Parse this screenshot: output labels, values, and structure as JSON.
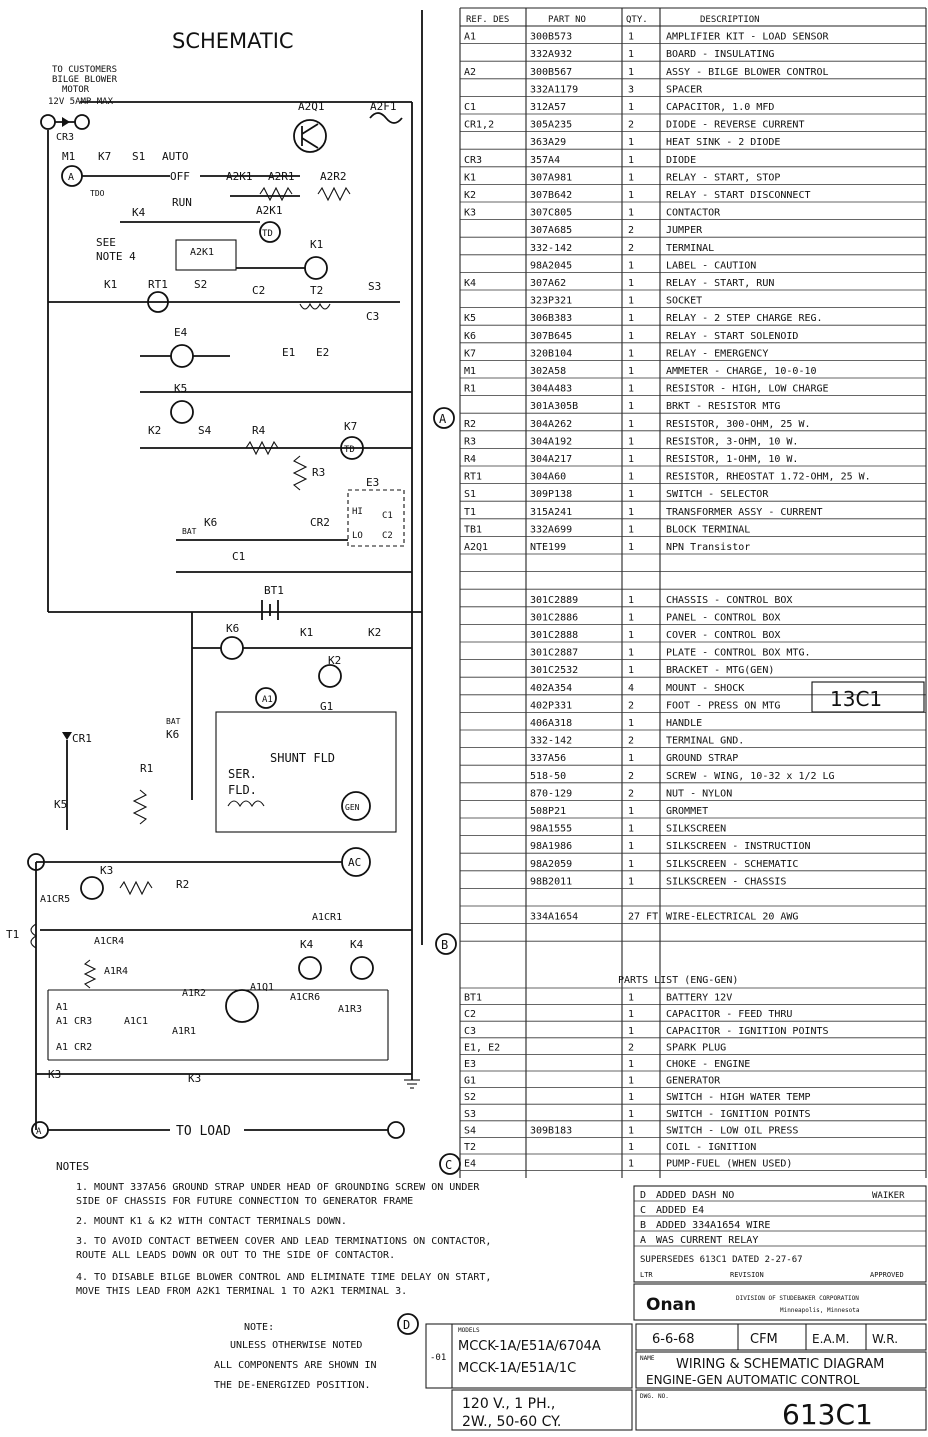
{
  "schematic": {
    "title": "SCHEMATIC",
    "source_note": [
      "TO CUSTOMERS",
      "BILGE BLOWER",
      "MOTOR",
      "12V 5AMP MAX"
    ],
    "switch_positions": [
      "AUTO",
      "OFF",
      "RUN"
    ],
    "notes_header": "NOTES",
    "notes": [
      "1. MOUNT 337A56 GROUND STRAP UNDER HEAD OF GROUNDING SCREW ON UNDER",
      "   SIDE OF CHASSIS FOR FUTURE CONNECTION TO GENERATOR FRAME",
      "2. MOUNT K1 & K2 WITH CONTACT TERMINALS DOWN.",
      "3. TO AVOID CONTACT BETWEEN COVER AND LEAD TERMINATIONS ON CONTACTOR,",
      "   ROUTE ALL LEADS DOWN OR OUT TO THE SIDE OF CONTACTOR.",
      "4. TO DISABLE BILGE BLOWER CONTROL AND ELIMINATE TIME DELAY ON START,",
      "   MOVE THIS LEAD FROM A2K1 TERMINAL 1 TO A2K1 TERMINAL 3."
    ],
    "note_box": [
      "NOTE:",
      "UNLESS OTHERWISE NOTED",
      "ALL COMPONENTS ARE SHOWN IN",
      "THE DE-ENERGIZED POSITION."
    ],
    "to_load": "TO LOAD",
    "see_note": [
      "SEE",
      "NOTE 4"
    ],
    "field_labels": {
      "shunt": "SHUNT FLD",
      "series": [
        "SER.",
        "FLD."
      ],
      "gen": "GEN",
      "ac": "AC"
    },
    "components": {
      "m1": "M1",
      "k7": "K7",
      "s1": "S1",
      "a2q1": "A2Q1",
      "a2f1": "A2F1",
      "cr3": "CR3",
      "a2k1": "A2K1",
      "a2r1": "A2R1",
      "a2r2": "A2R2",
      "k4": "K4",
      "tdo": "TDO",
      "k1": "K1",
      "rt1": "RT1",
      "s2": "S2",
      "c2": "C2",
      "t2": "T2",
      "s3": "S3",
      "c3": "C3",
      "e4": "E4",
      "e1": "E1",
      "e2": "E2",
      "k5": "K5",
      "k2": "K2",
      "s4": "S4",
      "r4": "R4",
      "r3": "R3",
      "e3": "E3",
      "k6": "K6",
      "cr2": "CR2",
      "c1": "C1",
      "bt1": "BT1",
      "bat": "BAT",
      "g1": "G1",
      "cr1": "CR1",
      "r1": "R1",
      "k3": "K3",
      "r2": "R2",
      "a1cr5": "A1CR5",
      "a1cr1": "A1CR1",
      "a1cr4": "A1CR4",
      "a1r4": "A1R4",
      "t1": "T1",
      "a1r2": "A1R2",
      "a1q1": "A1Q1",
      "a1cr6": "A1CR6",
      "a1r3": "A1R3",
      "a1c1": "A1C1",
      "a1r1": "A1R1",
      "a1cr3": "A1 CR3",
      "a1cr2": "A1 CR2",
      "a1": "A1",
      "td": "TD",
      "hi": "HI",
      "lo": "LO"
    },
    "callouts": [
      "A",
      "B",
      "C",
      "D"
    ]
  },
  "parts": {
    "headers": [
      "REF. DES",
      "PART NO",
      "QTY.",
      "DESCRIPTION"
    ],
    "rows": [
      [
        "A1",
        "300B573",
        "1",
        "AMPLIFIER KIT - LOAD SENSOR"
      ],
      [
        "",
        "332A932",
        "1",
        "BOARD - INSULATING"
      ],
      [
        "A2",
        "300B567",
        "1",
        "ASSY - BILGE BLOWER CONTROL"
      ],
      [
        "",
        "332A1179",
        "3",
        "SPACER"
      ],
      [
        "C1",
        "312A57",
        "1",
        "CAPACITOR, 1.0 MFD"
      ],
      [
        "CR1,2",
        "305A235",
        "2",
        "DIODE - REVERSE CURRENT"
      ],
      [
        "",
        "363A29",
        "1",
        "HEAT SINK - 2 DIODE"
      ],
      [
        "CR3",
        "357A4",
        "1",
        "DIODE"
      ],
      [
        "K1",
        "307A981",
        "1",
        "RELAY - START, STOP"
      ],
      [
        "K2",
        "307B642",
        "1",
        "RELAY - START DISCONNECT"
      ],
      [
        "K3",
        "307C805",
        "1",
        "CONTACTOR"
      ],
      [
        "",
        "307A685",
        "2",
        "JUMPER"
      ],
      [
        "",
        "332-142",
        "2",
        "TERMINAL"
      ],
      [
        "",
        "98A2045",
        "1",
        "LABEL - CAUTION"
      ],
      [
        "K4",
        "307A62",
        "1",
        "RELAY - START, RUN"
      ],
      [
        "",
        "323P321",
        "1",
        "SOCKET"
      ],
      [
        "K5",
        "306B383",
        "1",
        "RELAY - 2 STEP CHARGE REG."
      ],
      [
        "K6",
        "307B645",
        "1",
        "RELAY - START SOLENOID"
      ],
      [
        "K7",
        "320B104",
        "1",
        "RELAY - EMERGENCY"
      ],
      [
        "M1",
        "302A58",
        "1",
        "AMMETER - CHARGE, 10-0-10"
      ],
      [
        "R1",
        "304A483",
        "1",
        "RESISTOR - HIGH, LOW CHARGE"
      ],
      [
        "",
        "301A305B",
        "1",
        "BRKT - RESISTOR MTG"
      ],
      [
        "R2",
        "304A262",
        "1",
        "RESISTOR, 300-OHM, 25 W."
      ],
      [
        "R3",
        "304A192",
        "1",
        "RESISTOR, 3-OHM, 10 W."
      ],
      [
        "R4",
        "304A217",
        "1",
        "RESISTOR, 1-OHM, 10 W."
      ],
      [
        "RT1",
        "304A60",
        "1",
        "RESISTOR, RHEOSTAT 1.72-OHM, 25 W."
      ],
      [
        "S1",
        "309P138",
        "1",
        "SWITCH - SELECTOR"
      ],
      [
        "T1",
        "315A241",
        "1",
        "TRANSFORMER ASSY - CURRENT"
      ],
      [
        "TB1",
        "332A699",
        "1",
        "BLOCK TERMINAL"
      ],
      [
        "A2Q1",
        "NTE199",
        "1",
        "NPN Transistor"
      ],
      [
        "",
        "",
        "",
        ""
      ],
      [
        "",
        "",
        "",
        ""
      ],
      [
        "",
        "301C2889",
        "1",
        "CHASSIS - CONTROL BOX"
      ],
      [
        "",
        "301C2886",
        "1",
        "PANEL - CONTROL BOX"
      ],
      [
        "",
        "301C2888",
        "1",
        "COVER - CONTROL BOX"
      ],
      [
        "",
        "301C2887",
        "1",
        "PLATE - CONTROL BOX MTG."
      ],
      [
        "",
        "301C2532",
        "1",
        "BRACKET - MTG(GEN)"
      ],
      [
        "",
        "402A354",
        "4",
        "MOUNT - SHOCK"
      ],
      [
        "",
        "402P331",
        "2",
        "FOOT - PRESS ON MTG"
      ],
      [
        "",
        "406A318",
        "1",
        "HANDLE"
      ],
      [
        "",
        "332-142",
        "2",
        "TERMINAL GND."
      ],
      [
        "",
        "337A56",
        "1",
        "GROUND STRAP"
      ],
      [
        "",
        "518-50",
        "2",
        "SCREW - WING, 10-32 x 1/2 LG"
      ],
      [
        "",
        "870-129",
        "2",
        "NUT - NYLON"
      ],
      [
        "",
        "508P21",
        "1",
        "GROMMET"
      ],
      [
        "",
        "98A1555",
        "1",
        "SILKSCREEN"
      ],
      [
        "",
        "98A1986",
        "1",
        "SILKSCREEN - INSTRUCTION"
      ],
      [
        "",
        "98A2059",
        "1",
        "SILKSCREEN - SCHEMATIC"
      ],
      [
        "",
        "98B2011",
        "1",
        "SILKSCREEN - CHASSIS"
      ],
      [
        "",
        "",
        "",
        ""
      ],
      [
        "",
        "334A1654",
        "27 FT",
        "WIRE-ELECTRICAL 20 AWG"
      ],
      [
        "",
        "",
        "",
        ""
      ]
    ],
    "engine_header": "PARTS LIST (ENG-GEN)",
    "engine_rows": [
      [
        "BT1",
        "",
        "1",
        "BATTERY 12V"
      ],
      [
        "C2",
        "",
        "1",
        "CAPACITOR - FEED THRU"
      ],
      [
        "C3",
        "",
        "1",
        "CAPACITOR - IGNITION POINTS"
      ],
      [
        "E1, E2",
        "",
        "2",
        "SPARK PLUG"
      ],
      [
        "E3",
        "",
        "1",
        "CHOKE - ENGINE"
      ],
      [
        "G1",
        "",
        "1",
        "GENERATOR"
      ],
      [
        "S2",
        "",
        "1",
        "SWITCH - HIGH WATER TEMP"
      ],
      [
        "S3",
        "",
        "1",
        "SWITCH - IGNITION POINTS"
      ],
      [
        "S4",
        "309B183",
        "1",
        "SWITCH - LOW OIL PRESS"
      ],
      [
        "T2",
        "",
        "1",
        "COIL - IGNITION"
      ],
      [
        "E4",
        "",
        "1",
        "PUMP-FUEL (WHEN USED)"
      ]
    ],
    "margin_callout": "13C1"
  },
  "title_block": {
    "revisions": [
      [
        "D",
        "ADDED DASH NO",
        "",
        "WAIKER"
      ],
      [
        "C",
        "ADDED E4",
        "",
        ""
      ],
      [
        "B",
        "ADDED 334A1654 WIRE",
        "",
        ""
      ],
      [
        "A",
        "WAS CURRENT RELAY",
        "",
        ""
      ]
    ],
    "supersedes": "SUPERSEDES 613C1 DATED 2-27-67",
    "rev_header": [
      "LTR",
      "REVISION",
      "",
      "APPROVED"
    ],
    "company_logo": "Onan",
    "company": "DIVISION OF STUDEBAKER CORPORATION",
    "company_sub": "Minneapolis, Minnesota",
    "dash": "-01",
    "models_header": "MODELS",
    "models": [
      "MCCK-1A/E51A/6704A",
      "MCCK-1A/E51A/1C"
    ],
    "spec": [
      "120 V., 1 PH.,",
      "2W., 50-60 CY."
    ],
    "date": "6-6-68",
    "drawn_by": "CFM",
    "checked": "E.A.M.",
    "approved": "W.R.",
    "name_label": "NAME",
    "title": [
      "WIRING & SCHEMATIC DIAGRAM",
      "ENGINE-GEN AUTOMATIC CONTROL"
    ],
    "dwg_label": "DWG. NO.",
    "drawing_no": "613C1"
  }
}
